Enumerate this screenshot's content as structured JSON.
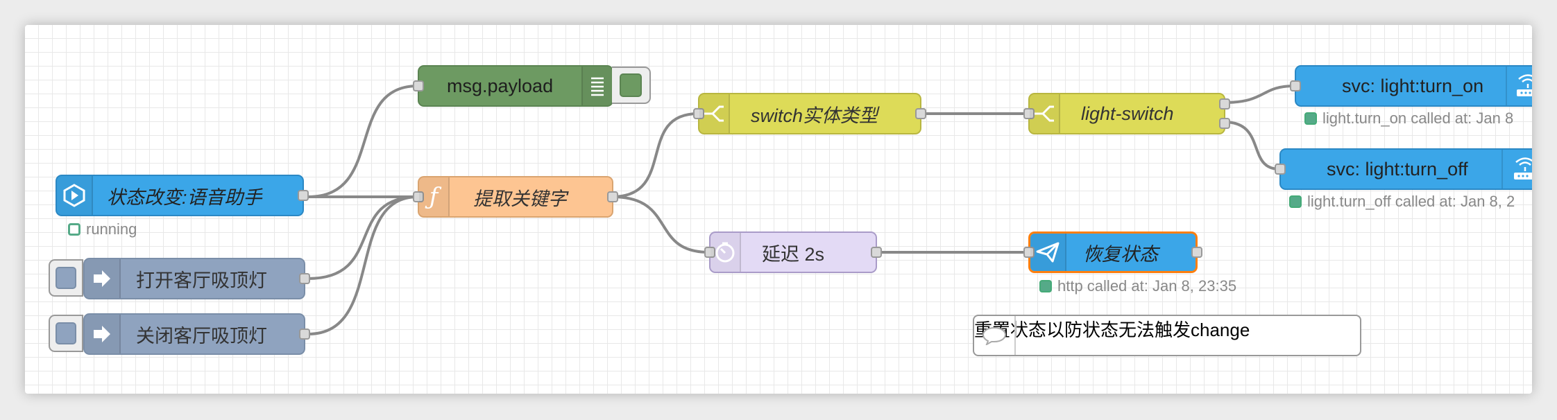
{
  "flow": {
    "nodes": {
      "state_change": {
        "label": "状态改变:语音助手",
        "type": "server-state-changed",
        "color": "#3ba6e8",
        "icon": "home-assistant-icon"
      },
      "msg_payload": {
        "label": "msg.payload",
        "type": "debug",
        "color": "#6d9a62",
        "icon": "list-icon"
      },
      "extract_keyword": {
        "label": "提取关键字",
        "type": "function",
        "color": "#fdc592",
        "icon": "function-icon"
      },
      "open_light": {
        "label": "打开客厅吸顶灯",
        "type": "inject",
        "color": "#8fa3bf",
        "icon": "arrow-right-icon"
      },
      "close_light": {
        "label": "关闭客厅吸顶灯",
        "type": "inject",
        "color": "#8fa3bf",
        "icon": "arrow-right-icon"
      },
      "switch_entity": {
        "label": "switch实体类型",
        "type": "switch",
        "color": "#dddb58",
        "icon": "switch-icon"
      },
      "light_switch": {
        "label": "light-switch",
        "type": "switch",
        "color": "#dddb58",
        "icon": "switch-icon"
      },
      "delay": {
        "label": "延迟 2s",
        "type": "delay",
        "color": "#e3daf5",
        "icon": "timer-icon"
      },
      "restore_state": {
        "label": "恢复状态",
        "type": "http-request",
        "color": "#3ba6e8",
        "icon": "paper-plane-icon"
      },
      "svc_turn_on": {
        "label": "svc: light:turn_on",
        "type": "call-service",
        "color": "#3ba6e8",
        "icon": "router-icon"
      },
      "svc_turn_off": {
        "label": "svc: light:turn_off",
        "type": "call-service",
        "color": "#3ba6e8",
        "icon": "router-icon"
      }
    },
    "status": {
      "state_change": "running",
      "restore_state": "http called at: Jan 8, 23:35",
      "svc_turn_on": "light.turn_on called at: Jan 8",
      "svc_turn_off": "light.turn_off called at: Jan 8, 2"
    },
    "comment": {
      "text": "重置状态以防状态无法触发change",
      "icon": "comment-icon"
    },
    "colors": {
      "wire": "#888888",
      "port": "#d9d9d9",
      "selected_border": "#ff7f0e",
      "status_green": "#5aa880"
    }
  }
}
